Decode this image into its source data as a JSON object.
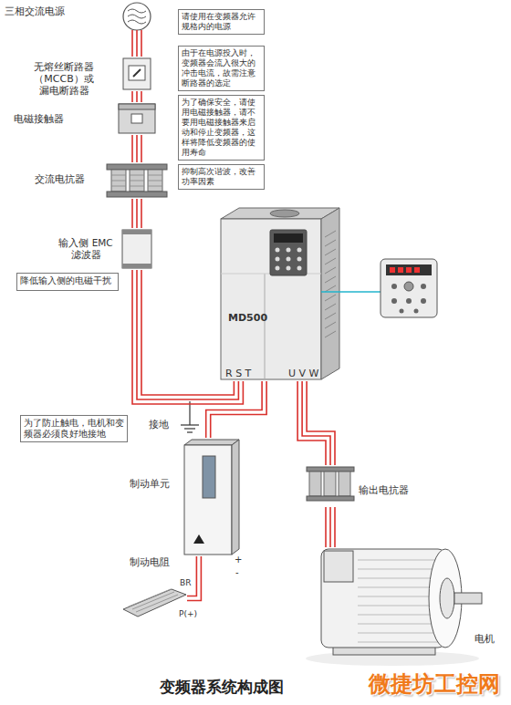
{
  "diagram": {
    "title": "变频器系统构成图",
    "nodes": [
      {
        "text": [
          "三相交流电源"
        ]
      },
      {
        "text": [
          "请使用在变频器允许规格内的电源"
        ]
      },
      {
        "text": [
          "无熔丝断路器（MCCB）或漏电断路器"
        ]
      },
      {
        "text": [
          "由于在电源投入时，变频器会流入很大的冲击电流，故需注意断路器的选定"
        ]
      },
      {
        "text": [
          "电磁接触器"
        ]
      },
      {
        "text": [
          "为了确保安全，请使用电磁接触器，请不要用电磁接触器来启动和停止变频器，这样将降低变频器的使用寿命"
        ]
      },
      {
        "text": [
          "交流电抗器"
        ]
      },
      {
        "text": [
          "抑制高次谐波，改善功率因素"
        ]
      },
      {
        "text": [
          "输入侧 EMC滤波器"
        ]
      },
      {
        "text": [
          "降低输入侧的电磁干扰"
        ]
      },
      {
        "text": [
          "MD500",
          "R S T",
          "U V W"
        ]
      },
      {
        "text": [
          "为了防止触电，电机和变频器必须良好地接地"
        ]
      },
      {
        "text": [
          "制动单元"
        ]
      },
      {
        "text": [
          "制动电阻"
        ]
      },
      {
        "text": [
          "输出电抗器"
        ]
      },
      {
        "text": [
          "电机"
        ]
      }
    ],
    "edges": [
      {
        "from": 0,
        "to": 2,
        "arrow": "none"
      },
      {
        "from": 2,
        "to": 4,
        "arrow": "none"
      },
      {
        "from": 4,
        "to": 6,
        "arrow": "none"
      },
      {
        "from": 6,
        "to": 8,
        "arrow": "none"
      },
      {
        "from": 8,
        "to": 10,
        "arrow": "none"
      },
      {
        "from": 10,
        "to": 12,
        "arrow": "none"
      },
      {
        "from": 12,
        "to": 13,
        "arrow": "none"
      },
      {
        "from": 10,
        "to": 14,
        "arrow": "none"
      },
      {
        "from": 14,
        "to": 15,
        "arrow": "none"
      }
    ],
    "labels": [
      "接地",
      "BR",
      "P(+)",
      "+",
      "-",
      "微捷坊工控网"
    ]
  }
}
